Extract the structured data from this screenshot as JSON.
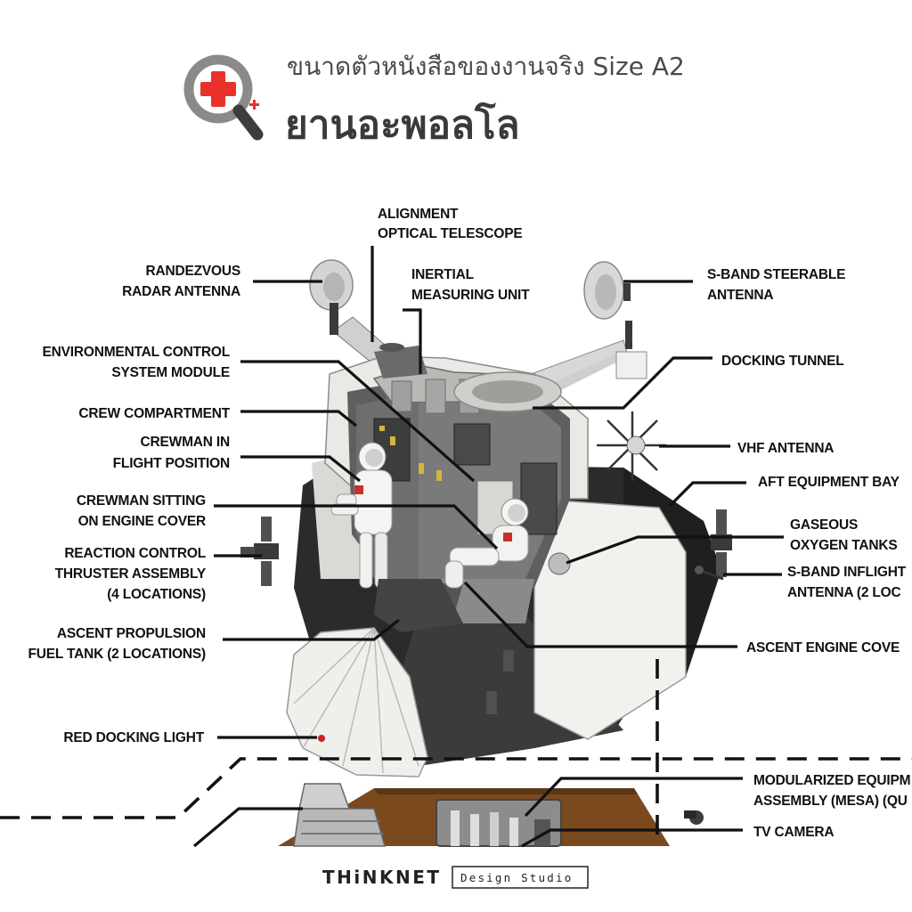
{
  "header": {
    "subtitle": "ขนาดตัวหนังสือของงานจริง Size A2",
    "title": "ยานอะพอลโล",
    "icon": "magnifier-plus-icon",
    "accent": "#e8312a"
  },
  "labels": {
    "alignment_telescope": [
      "ALIGNMENT",
      "OPTICAL TELESCOPE"
    ],
    "rendezvous_radar": [
      "RANDEZVOUS",
      "RADAR ANTENNA"
    ],
    "inertial_unit": [
      "INERTIAL",
      "MEASURING UNIT"
    ],
    "s_band_steerable": [
      "S-BAND STEERABLE",
      "ANTENNA"
    ],
    "environmental_control": [
      "ENVIRONMENTAL CONTROL",
      "SYSTEM MODULE"
    ],
    "docking_tunnel": [
      "DOCKING TUNNEL"
    ],
    "crew_compartment": [
      "CREW COMPARTMENT"
    ],
    "crewman_flight": [
      "CREWMAN IN",
      "FLIGHT POSITION"
    ],
    "vhf_antenna": [
      "VHF ANTENNA"
    ],
    "aft_equipment_bay": [
      "AFT EQUIPMENT BAY"
    ],
    "crewman_sitting": [
      "CREWMAN SITTING",
      "ON ENGINE COVER"
    ],
    "gaseous_oxygen": [
      "GASEOUS",
      "OXYGEN TANKS"
    ],
    "reaction_control": [
      "REACTION CONTROL",
      "THRUSTER ASSEMBLY",
      "(4 LOCATIONS)"
    ],
    "s_band_inflight": [
      "S-BAND INFLIGHT",
      "ANTENNA (2 LOC"
    ],
    "ascent_fuel_tank": [
      "ASCENT PROPULSION",
      "FUEL TANK (2 LOCATIONS)"
    ],
    "ascent_engine_cover": [
      "ASCENT ENGINE COVE"
    ],
    "red_docking_light": [
      "RED DOCKING LIGHT"
    ],
    "mesa": [
      "MODULARIZED EQUIPM",
      "ASSEMBLY (MESA) (QU"
    ],
    "tv_camera": [
      "TV CAMERA"
    ]
  },
  "footer": {
    "brand": "THiNKNET",
    "studio": "Design Studio"
  }
}
